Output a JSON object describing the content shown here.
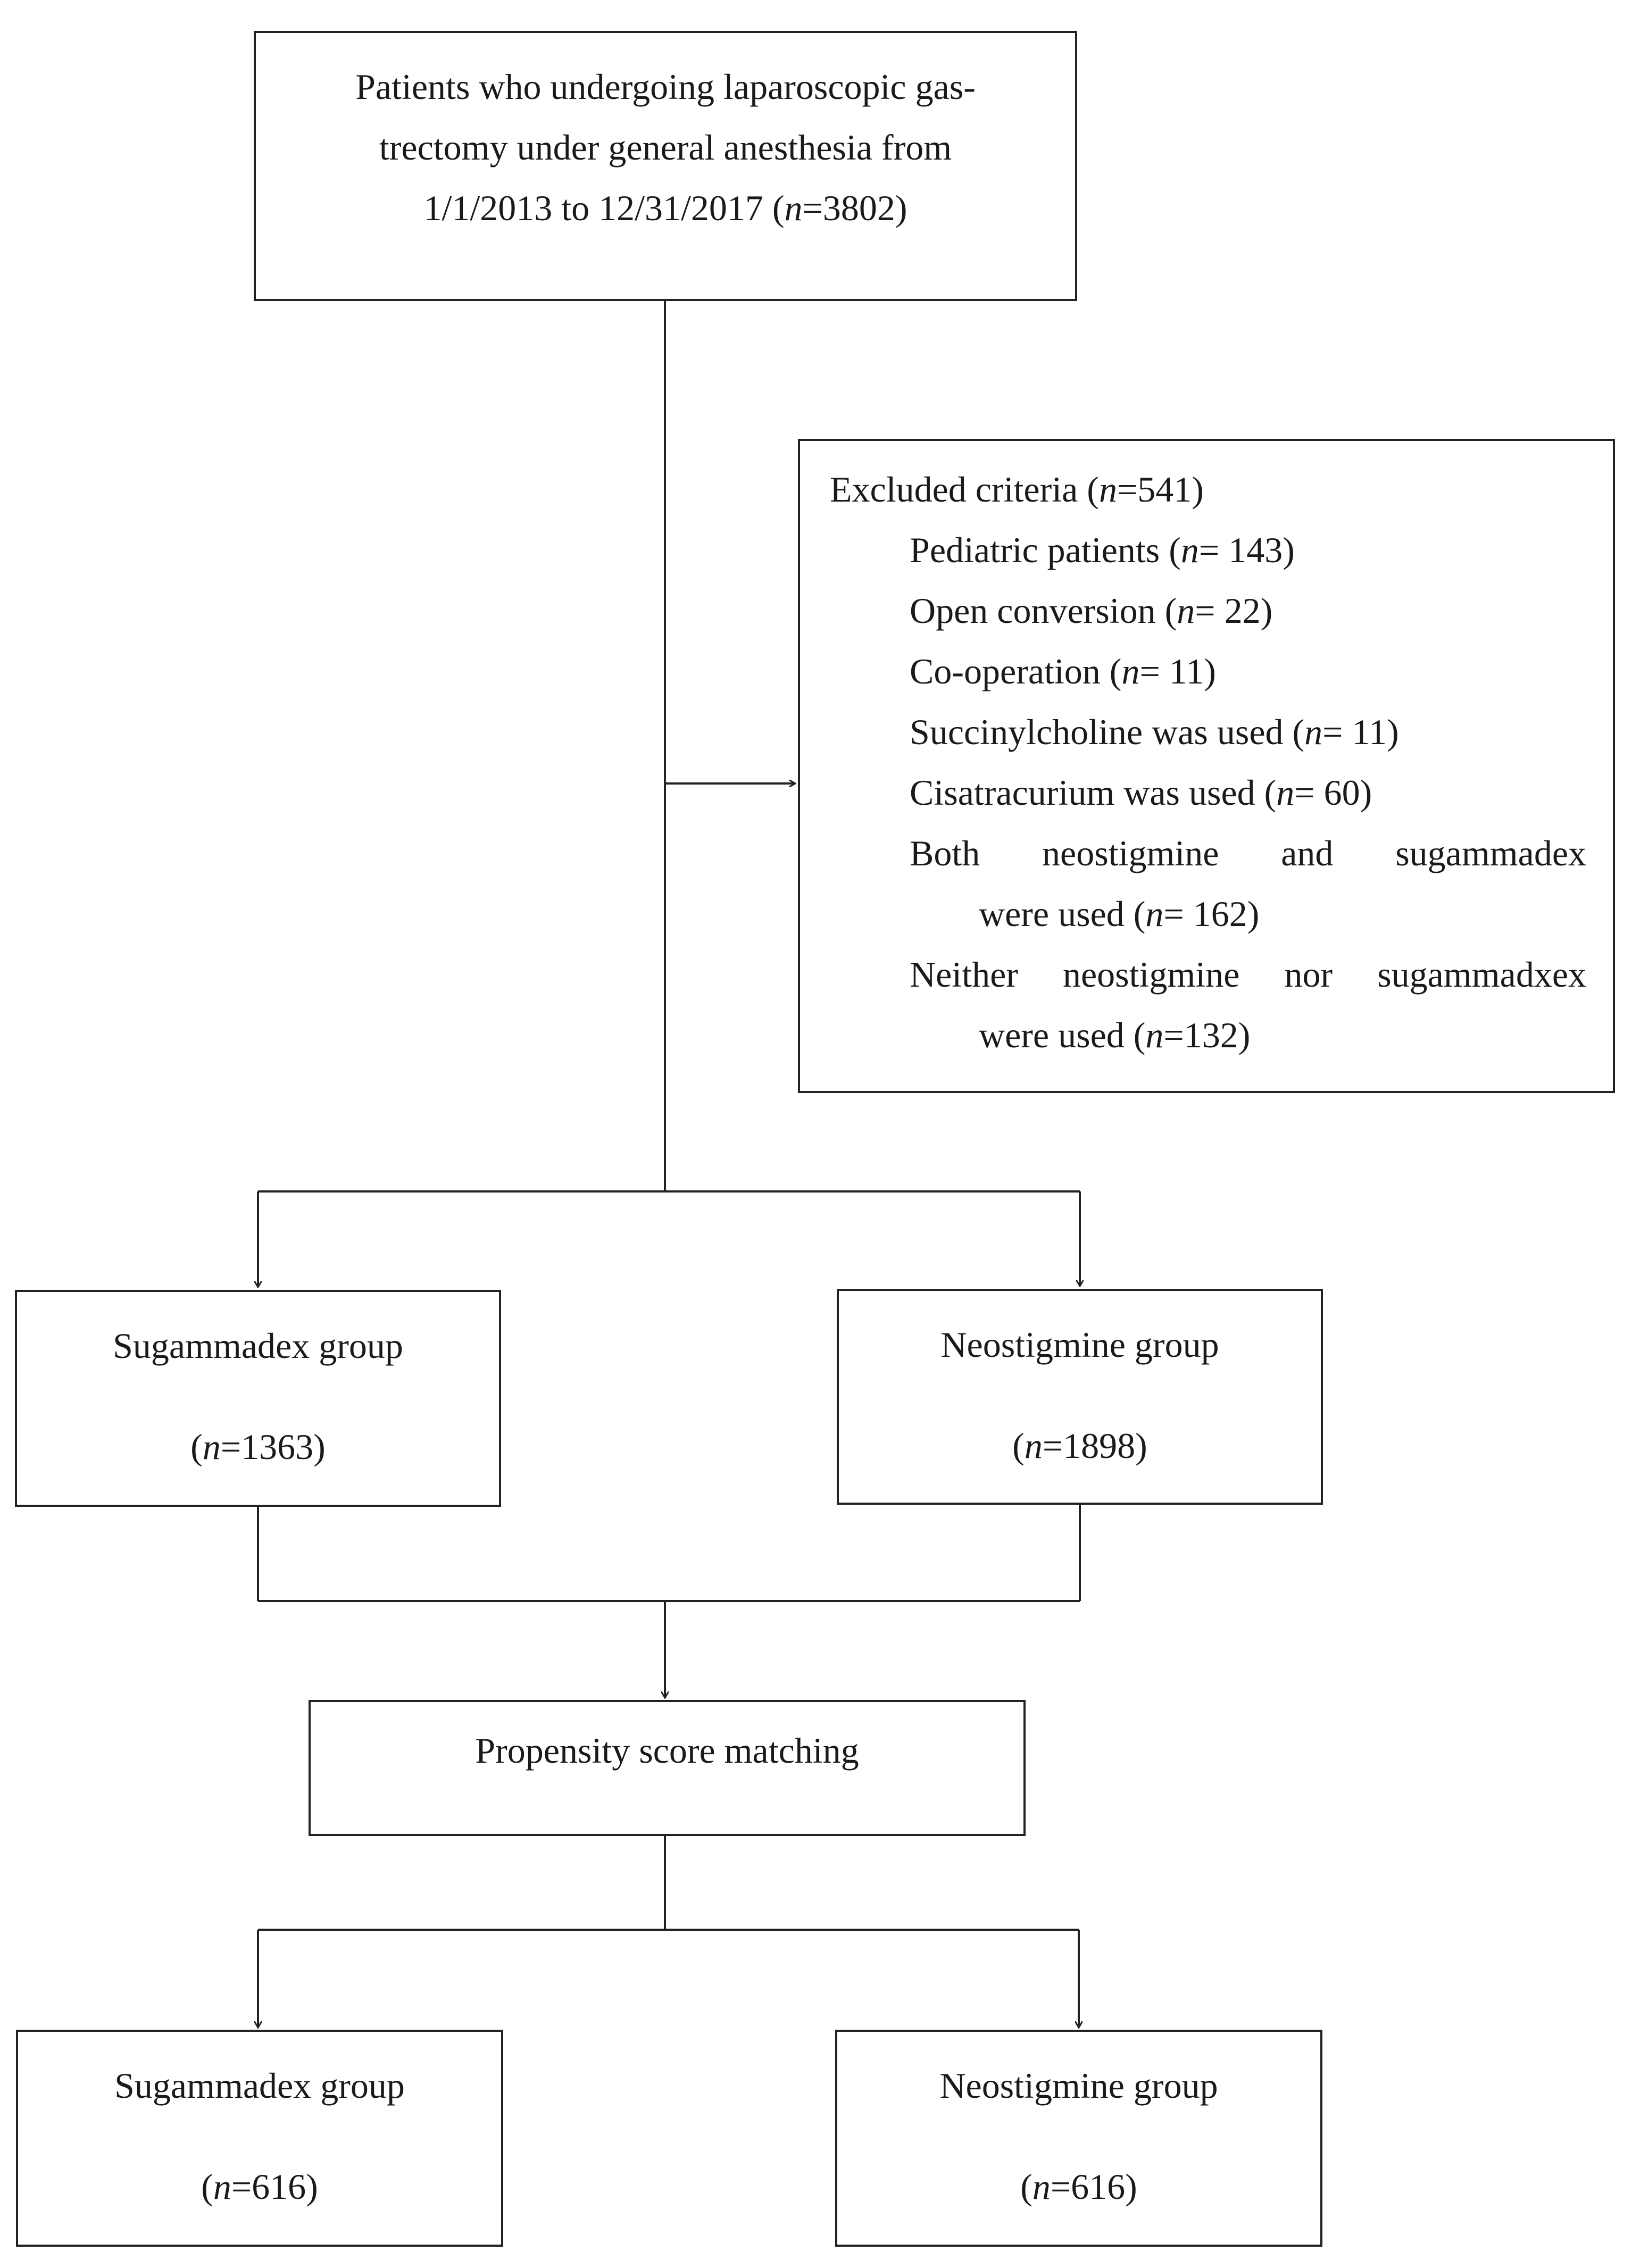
{
  "start": {
    "lines": [
      "Patients who undergoing laparoscopic gas-",
      "trectomy under general anesthesia from",
      "1/1/2013 to 12/31/2017 ("
    ],
    "n_label": "n",
    "n_value": "=3802)"
  },
  "excluded": {
    "header": {
      "text": "Excluded criteria (",
      "n_label": "n",
      "value": "=541)"
    },
    "items": [
      {
        "text": "Pediatric patients (",
        "n_label": "n",
        "value": "= 143)"
      },
      {
        "text": "Open conversion (",
        "n_label": "n",
        "value": "= 22)"
      },
      {
        "text": "Co-operation (",
        "n_label": "n",
        "value": "= 11)"
      },
      {
        "text": "Succinylcholine was used (",
        "n_label": "n",
        "value": "= 11)"
      },
      {
        "text": "Cisatracurium was used (",
        "n_label": "n",
        "value": "= 60)"
      },
      {
        "text": "Both neostigmine and sugammadex",
        "text2": "were used (",
        "n_label": "n",
        "value": "= 162)"
      },
      {
        "text": "Neither neostigmine nor sugammadxex",
        "text2": "were used (",
        "n_label": "n",
        "value": "=132)"
      }
    ]
  },
  "groups": {
    "sugammadex": {
      "label": "Sugammadex group",
      "open": "(",
      "n_label": "n",
      "value": "=1363)"
    },
    "neostigmine": {
      "label": "Neostigmine group",
      "open": "(",
      "n_label": "n",
      "value": "=1898)"
    }
  },
  "psm": {
    "label": "Propensity score matching"
  },
  "matched": {
    "sugammadex": {
      "label": "Sugammadex group",
      "open": "(",
      "n_label": "n",
      "value": "=616)"
    },
    "neostigmine": {
      "label": "Neostigmine group",
      "open": "(",
      "n_label": "n",
      "value": "=616)"
    }
  }
}
